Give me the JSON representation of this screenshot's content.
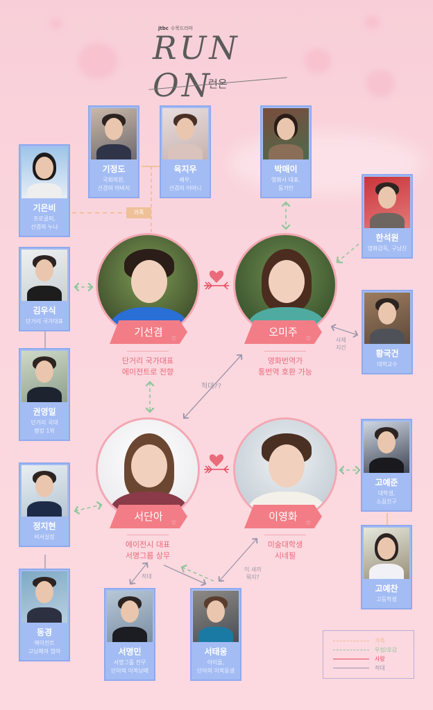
{
  "header": {
    "brand": "jtbc",
    "brand_sub": "수목드라마",
    "title": "RUN ON",
    "title_kr": "런온"
  },
  "relationship_labels": {
    "family": "가족",
    "rival_q": "적대??",
    "mentor": "사제\n지간",
    "rival": "적대",
    "what": "이 새끼\n뭐지?"
  },
  "main_characters": [
    {
      "name": "기선겸",
      "desc1": "단거리 국가대표",
      "desc2": "에이전트로 전향"
    },
    {
      "name": "오미주",
      "desc1": "영화번역가",
      "desc2": "통번역 호환 가능"
    },
    {
      "name": "서단아",
      "desc1": "에이전시 대표",
      "desc2": "서명그룹 상무"
    },
    {
      "name": "이영화",
      "desc1": "미술대학생",
      "desc2": "시네필"
    }
  ],
  "supporting_characters": [
    {
      "name": "기정도",
      "desc": "국회의원,\n선겸의 아버지"
    },
    {
      "name": "육지우",
      "desc": "배우,\n선겸의 어머니"
    },
    {
      "name": "기은비",
      "desc": "프로골퍼,\n선겸의 누나"
    },
    {
      "name": "박매이",
      "desc": "영화사 대표,\n동거인"
    },
    {
      "name": "한석원",
      "desc": "영화감독, 구남친"
    },
    {
      "name": "김우식",
      "desc": "단거리 국가대표"
    },
    {
      "name": "권영일",
      "desc": "단거리 국대\n랭킹 1위"
    },
    {
      "name": "황국건",
      "desc": "대학교수"
    },
    {
      "name": "정지현",
      "desc": "비서실장"
    },
    {
      "name": "동경",
      "desc": "에이전트\n고님매의 엄마"
    },
    {
      "name": "서명민",
      "desc": "서명그룹 전무\n단아의 이복남매"
    },
    {
      "name": "서태웅",
      "desc": "아이돌,\n단아의 이복동생"
    },
    {
      "name": "고예준",
      "desc": "대학생,\n소꿉친구"
    },
    {
      "name": "고예찬",
      "desc": "고등학생"
    }
  ],
  "legend": [
    {
      "label": "가족",
      "color": "#efb98a",
      "style": "dashed"
    },
    {
      "label": "우정/호감",
      "color": "#8cc79a",
      "style": "dashed"
    },
    {
      "label": "사랑",
      "color": "#e6485c",
      "style": "solid"
    },
    {
      "label": "적대",
      "color": "#9a96aa",
      "style": "solid"
    }
  ],
  "colors": {
    "background": "#fbd6de",
    "card": "#a3bcf3",
    "ribbon": "#f27d86",
    "main_desc": "#ea6b7a",
    "family_line": "#efb98a",
    "friend_line": "#8cc79a",
    "rival_line": "#9a96aa"
  }
}
